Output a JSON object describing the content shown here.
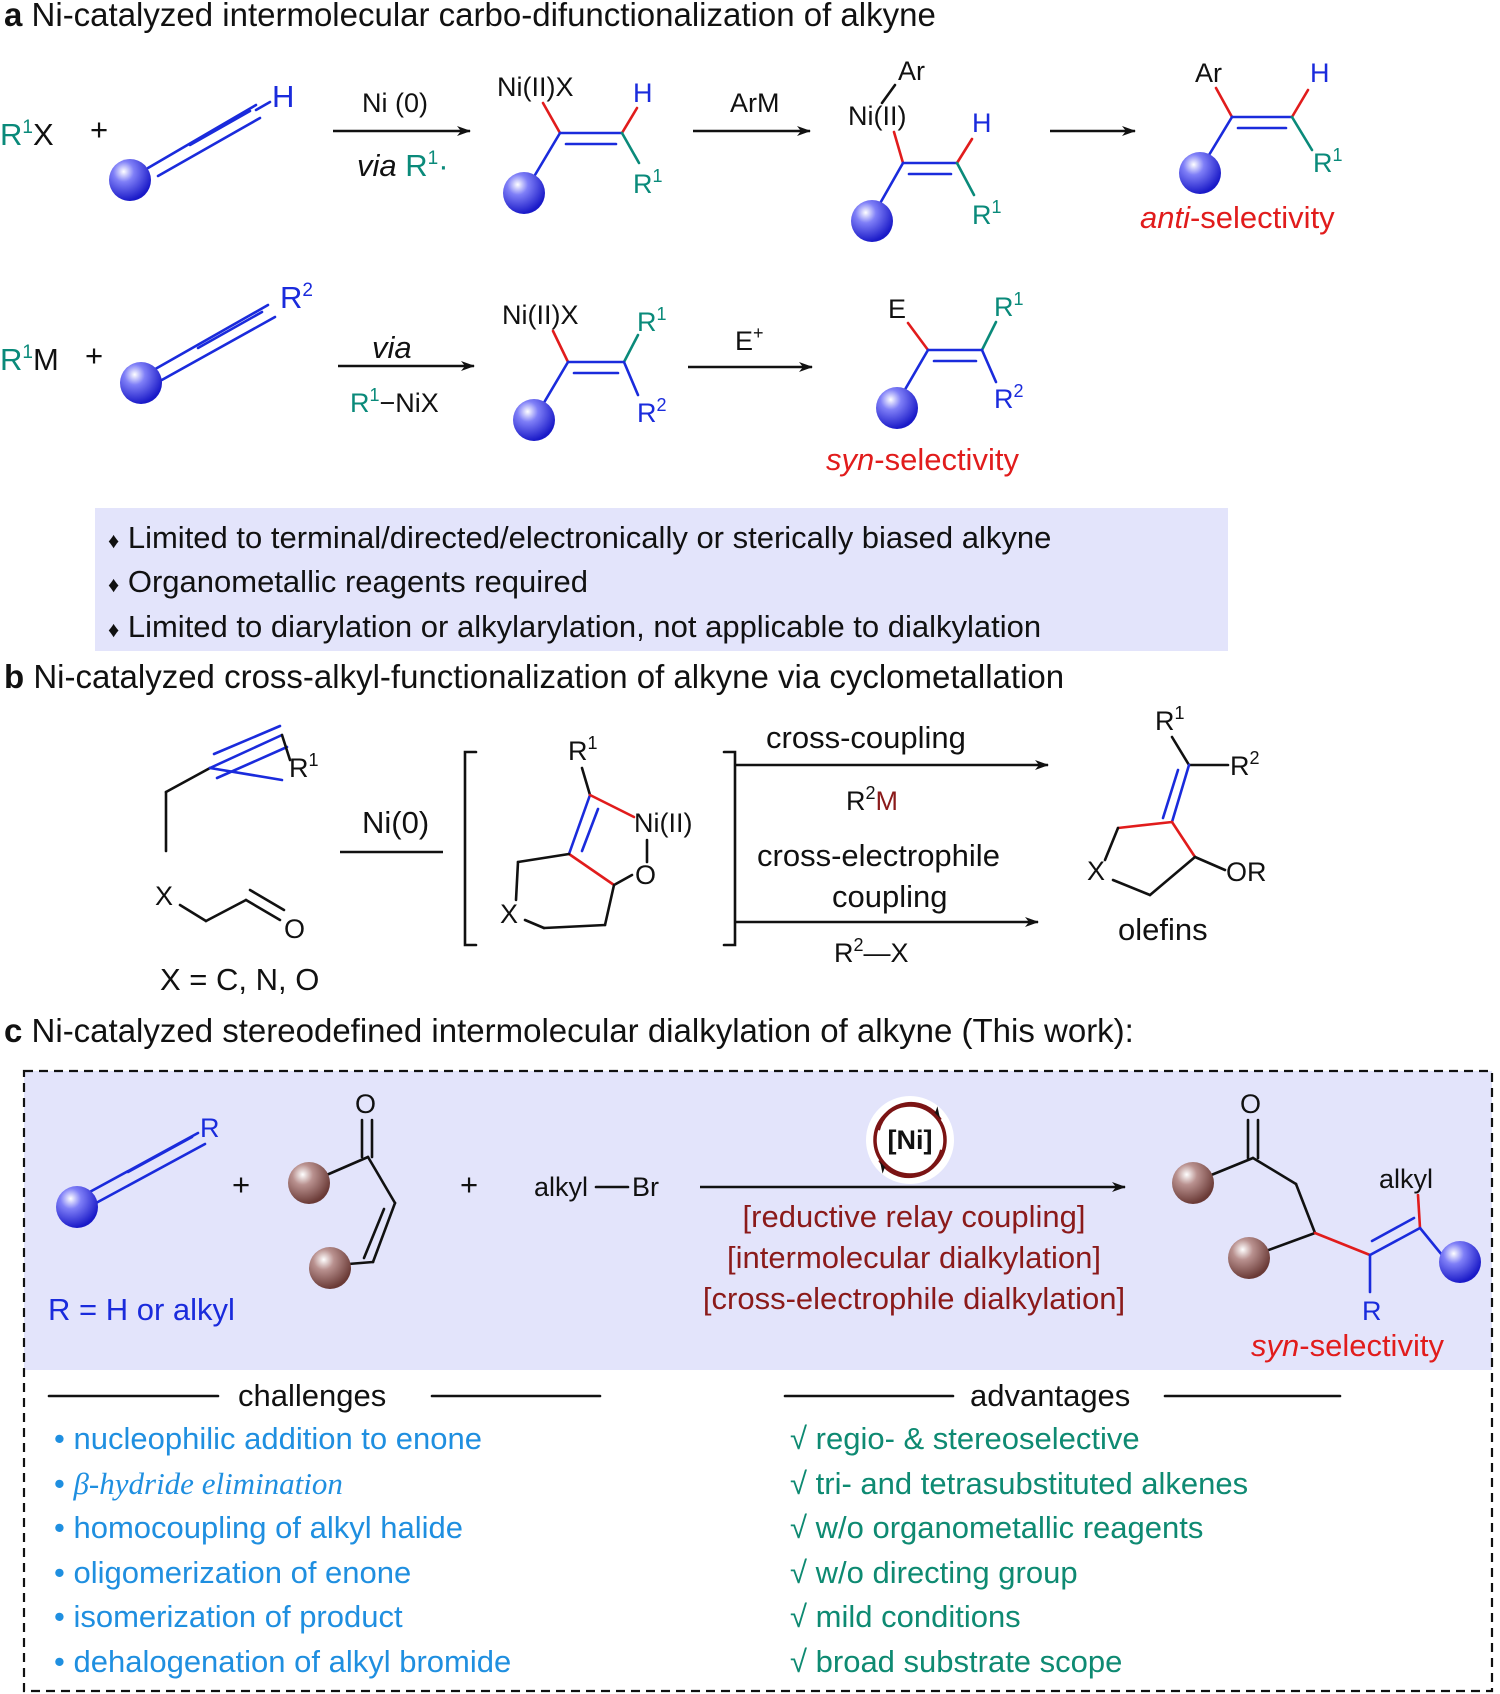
{
  "panel_a": {
    "letter": "a",
    "title": "Ni-catalyzed intermolecular carbo-difunctionalization of alkyne",
    "row1": {
      "reagent_r": "R",
      "reagent_sup": "1",
      "reagent_x": "X",
      "plus": "+",
      "alkyne_h": "H",
      "arrow1_top": "Ni (0)",
      "arrow1_via": "via",
      "arrow1_r": "R",
      "arrow1_sup": "1",
      "arrow1_dot": "·",
      "int1_ni": "Ni(II)X",
      "int1_h": "H",
      "int1_r": "R",
      "int1_sup": "1",
      "arrow2_top": "ArM",
      "int2_ar": "Ar",
      "int2_ni": "Ni(II)",
      "int2_h": "H",
      "int2_r": "R",
      "int2_sup": "1",
      "prod_ar": "Ar",
      "prod_h": "H",
      "prod_r": "R",
      "prod_sup": "1",
      "sel_italic": "anti",
      "sel_rest": "-selectivity"
    },
    "row2": {
      "reagent_r": "R",
      "reagent_sup": "1",
      "reagent_m": "M",
      "plus": "+",
      "alkyne_r": "R",
      "alkyne_sup": "2",
      "arrow1_top": "via",
      "arrow1_bot_r": "R",
      "arrow1_bot_sup": "1",
      "arrow1_bot_rest": "−NiX",
      "int_ni": "Ni(II)X",
      "int_r1": "R",
      "int_r1_sup": "1",
      "int_r2": "R",
      "int_r2_sup": "2",
      "arrow2_top": "E",
      "arrow2_sup": "+",
      "prod_e": "E",
      "prod_r1": "R",
      "prod_r1_sup": "1",
      "prod_r2": "R",
      "prod_r2_sup": "2",
      "sel_italic": "syn",
      "sel_rest": "-selectivity"
    },
    "limitations": [
      "Limited to terminal/directed/electronically or sterically biased alkyne",
      "Organometallic reagents required",
      "Limited to diarylation or alkylarylation, not applicable to dialkylation"
    ],
    "bullet": "♦"
  },
  "panel_b": {
    "letter": "b",
    "title": "Ni-catalyzed cross-alkyl-functionalization of alkyne via cyclometallation",
    "sub_r": "R",
    "sub_sup": "1",
    "sub_x": "X",
    "sub_o": "O",
    "x_def": "X = C, N, O",
    "arrow_top": "Ni(0)",
    "int_r": "R",
    "int_sup": "1",
    "int_ni": "Ni(II)",
    "int_o": "O",
    "int_x": "X",
    "path1_top": "cross-coupling",
    "path1_bot_r": "R",
    "path1_bot_sup": "2",
    "path1_bot_m": "M",
    "path2_top1": "cross-electrophile",
    "path2_top2": "coupling",
    "path2_bot_r": "R",
    "path2_bot_sup": "2",
    "path2_bot_rest": "—X",
    "prod_r1": "R",
    "prod_r1_sup": "1",
    "prod_r2": "R",
    "prod_r2_sup": "2",
    "prod_x": "X",
    "prod_or": "OR",
    "prod_label": "olefins"
  },
  "panel_c": {
    "letter": "c",
    "title": "Ni-catalyzed stereodefined intermolecular dialkylation of alkyne (This work):",
    "alkyne_r": "R",
    "r_def": "R = H or alkyl",
    "plus1": "+",
    "enone_o": "O",
    "plus2": "+",
    "alkyl_br_a": "alkyl",
    "alkyl_br_b": "Br",
    "cat": "[Ni]",
    "cond": [
      "[reductive relay coupling]",
      "[intermolecular dialkylation]",
      "[cross-electrophile dialkylation]"
    ],
    "prod_o": "O",
    "prod_alkyl": "alkyl",
    "prod_r": "R",
    "sel_italic": "syn",
    "sel_rest": "-selectivity",
    "challenges_title": "challenges",
    "challenges": [
      "nucleophilic addition to enone",
      "β-hydride elimination",
      "homocoupling of alkyl halide",
      "oligomerization of enone",
      "isomerization of product",
      "dehalogenation of alkyl bromide"
    ],
    "advantages_title": "advantages",
    "advantages": [
      "regio- & stereoselective",
      "tri- and tetrasubstituted alkenes",
      "w/o organometallic reagents",
      "w/o directing group",
      "mild conditions",
      "broad substrate scope"
    ],
    "dot": "•",
    "check": "√"
  },
  "colors": {
    "teal": "#0a8a7a",
    "blue": "#1a2bdc",
    "red": "#e11c1c",
    "maroon": "#8b1a1a",
    "light_blue_text": "#1f8fe0",
    "green_text": "#0e8a72",
    "box_fill": "#e3e4fb"
  }
}
